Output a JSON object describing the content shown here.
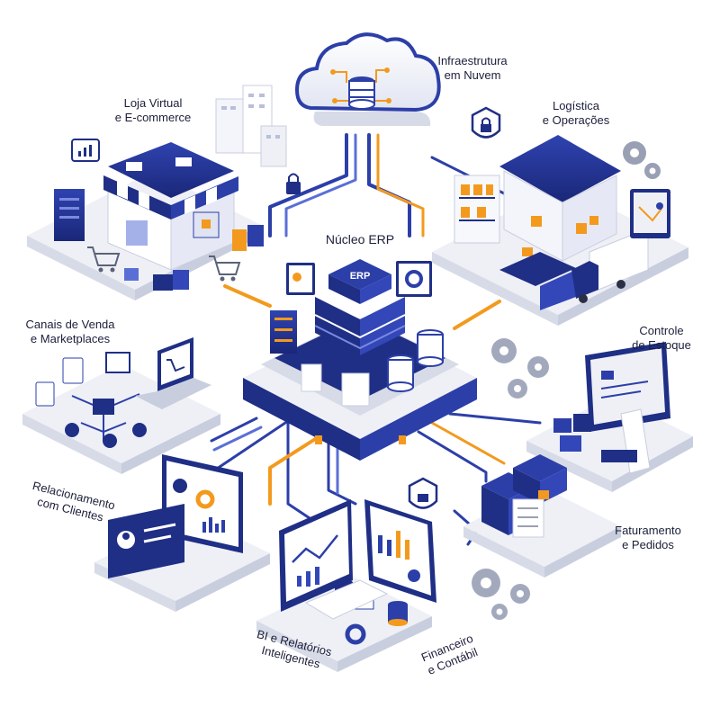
{
  "diagram": {
    "colors": {
      "navy": "#1f2f86",
      "blue": "#3347b8",
      "light_blue": "#5a6fd6",
      "orange": "#f39a1e",
      "platform": "#eef0f6",
      "platform_side": "#d7dbe7",
      "line_blue": "#2c3fa8"
    },
    "center": {
      "title": "Núcleo ERP",
      "badge": "ERP"
    },
    "modules": [
      {
        "id": "cloud",
        "lines": [
          "Infraestrutura",
          "em Nuvem"
        ],
        "icon": "cloud-database-icon"
      },
      {
        "id": "store",
        "lines": [
          "Loja Virtual",
          "e E-commerce"
        ],
        "icon": "storefront-icon"
      },
      {
        "id": "logistics",
        "lines": [
          "Logística",
          "e Operações"
        ],
        "icon": "warehouse-truck-icon"
      },
      {
        "id": "channels",
        "lines": [
          "Canais de Venda",
          "e Marketplaces"
        ],
        "icon": "laptop-cart-icon"
      },
      {
        "id": "inventory",
        "lines": [
          "Controle",
          "de Estoque"
        ],
        "icon": "monitor-receipt-icon"
      },
      {
        "id": "crm",
        "lines": [
          "Relacionamento",
          "com Clientes"
        ],
        "icon": "crm-dashboard-icon"
      },
      {
        "id": "billing",
        "lines": [
          "Faturamento",
          "e Pedidos"
        ],
        "icon": "server-boxes-icon"
      },
      {
        "id": "bi",
        "lines": [
          "BI e Relatórios",
          "Inteligentes"
        ],
        "icon": "bar-chart-icon"
      },
      {
        "id": "finance",
        "lines": [
          "Financeiro",
          "e Contábil"
        ],
        "icon": "finance-chart-icon"
      }
    ]
  }
}
